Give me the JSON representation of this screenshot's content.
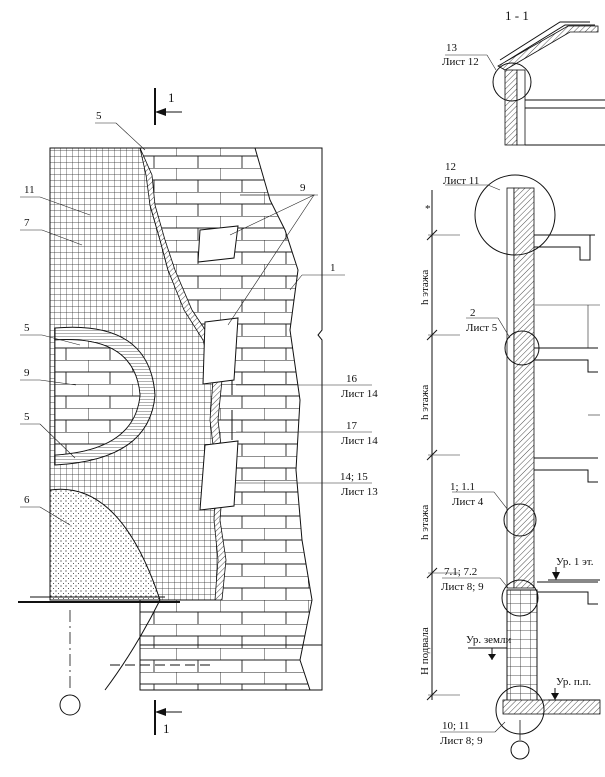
{
  "section_title": "1 - 1",
  "section_marks": {
    "top": "1",
    "bottom": "1"
  },
  "elevation_labels": {
    "l1": "1",
    "l5a": "5",
    "l5b": "5",
    "l5c": "5",
    "l6": "6",
    "l7": "7",
    "l9a": "9",
    "l9b": "9",
    "l11": "11",
    "r16": [
      "16",
      "Лист 14"
    ],
    "r17": [
      "17",
      "Лист 14"
    ],
    "r14": [
      "14; 15",
      "Лист 13"
    ]
  },
  "section_labels": {
    "n13": [
      "13",
      "Лист 12"
    ],
    "n12": [
      "12",
      "Лист 11"
    ],
    "n2": [
      "2",
      "Лист 5"
    ],
    "n1": [
      "1; 1.1",
      "Лист 4"
    ],
    "n7": [
      "7.1; 7.2",
      "Лист 8; 9"
    ],
    "n10": [
      "10; 11",
      "Лист 8; 9"
    ],
    "star": "*",
    "floor_h": "h этажа",
    "basement_h": "Н подвала",
    "level_floor1": "Ур. 1 эт.",
    "level_ground": "Ур. земли",
    "level_pp": "Ур. п.п."
  }
}
